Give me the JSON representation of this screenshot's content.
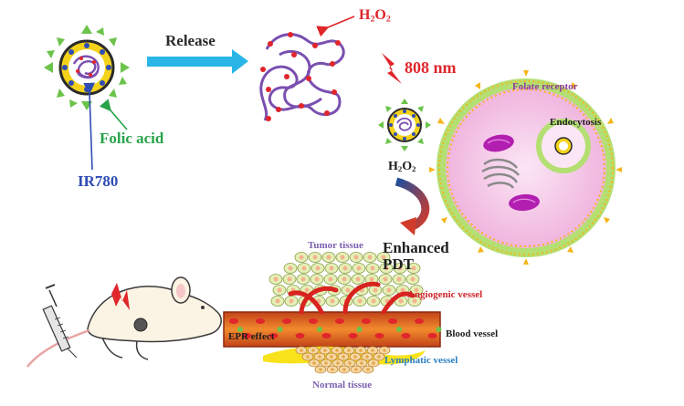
{
  "labels": {
    "release": "Release",
    "h2o2_top_main": "H",
    "h2o2_top_sub1": "2",
    "h2o2_top_mid": "O",
    "h2o2_top_sub2": "2",
    "laser": "808 nm",
    "folic_acid": "Folic acid",
    "ir780": "IR780",
    "folate_receptor": "Folate receptor",
    "endocytosis": "Endocytosis",
    "h2o2_mid_main": "H",
    "h2o2_mid_sub1": "2",
    "h2o2_mid_mid": "O",
    "h2o2_mid_sub2": "2",
    "enhanced": "Enhanced",
    "pdt": "PDT",
    "tumor_tissue": "Tumor tissue",
    "angiogenic_vessel": "Angiogenic vessel",
    "blood_vessel": "Blood vessel",
    "epr_effect": "EPR  effect",
    "lymphatic_vessel": "Lymphatic vessel",
    "normal_tissue": "Normal tissue"
  },
  "colors": {
    "red": "#e0252b",
    "green": "#27a34a",
    "blue": "#2f4db4",
    "purple": "#8e3c9a",
    "arrow_cyan": "#29b6e6",
    "polymer": "#7a4fb0",
    "vessel": "#e0561e",
    "cell_pink": "#f3c3e6"
  },
  "icons": [
    "nanoparticle-icon",
    "polymer-chain-icon",
    "lightning-icon",
    "cell-icon",
    "mouse-icon",
    "syringe-icon",
    "curved-arrow-icon"
  ]
}
